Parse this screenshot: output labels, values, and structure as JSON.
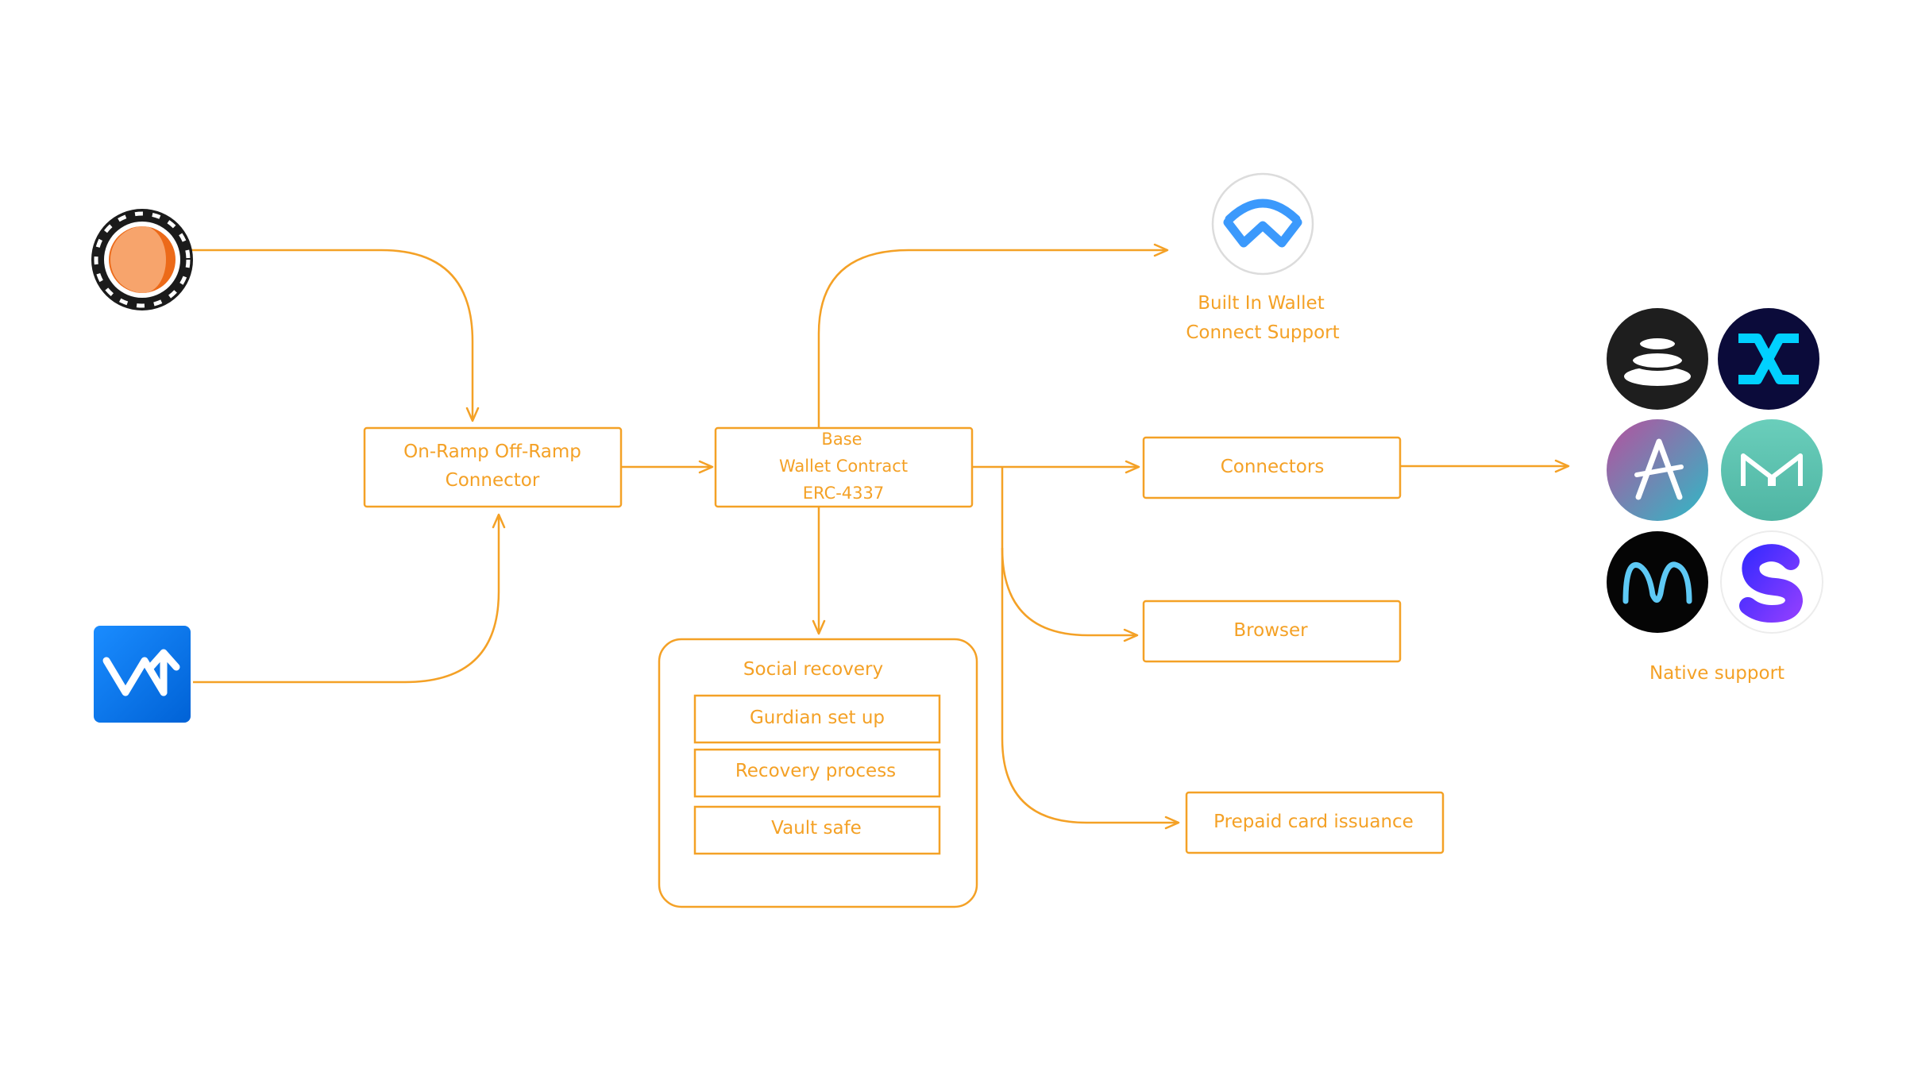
{
  "accent_color": "#f4a126",
  "nodes": {
    "onramp": {
      "line1": "On-Ramp Off-Ramp",
      "line2": "Connector"
    },
    "wallet": {
      "line1": "Base",
      "line2": "Wallet Contract",
      "line3": "ERC-4337"
    },
    "connectors": {
      "label": "Connectors"
    },
    "browser": {
      "label": "Browser"
    },
    "prepaid": {
      "label": "Prepaid card issuance"
    },
    "social": {
      "title": "Social recovery",
      "items": [
        "Gurdian set up",
        "Recovery process",
        "Vault safe"
      ]
    }
  },
  "walletconnect": {
    "line1": "Built In Wallet",
    "line2": "Connect Support",
    "icon": "walletconnect-icon"
  },
  "native_support": {
    "label": "Native support",
    "icons": [
      "balancer-icon",
      "synthetix-icon",
      "aave-icon",
      "maker-icon",
      "mstable-icon",
      "superfluid-icon"
    ]
  },
  "source_icons": [
    "onramp-provider-icon",
    "exchange-provider-icon"
  ]
}
